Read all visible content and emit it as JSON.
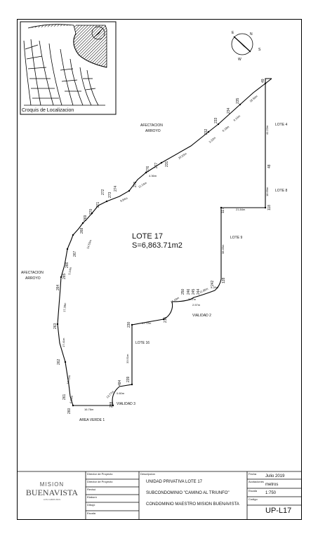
{
  "locator": {
    "caption": "Croquis de Localizacion"
  },
  "plan": {
    "lot_title": "LOTE 17",
    "lot_area": "S=6,863.71m2",
    "labels": {
      "afectacion_top": "AFECTACION",
      "arroyo_top": "ARROYO",
      "afectacion_left": "AFECTACION",
      "arroyo_left": "ARROYO",
      "lote4": "LOTE 4",
      "lote8": "LOTE 8",
      "lote9": "LOTE 9",
      "lote16": "LOTE 16",
      "vialidad2": "VIALIDAD 2",
      "vialidad3": "VIALIDAD 3",
      "area_verde": "AREA VERDE 1"
    },
    "vertices": [
      "49",
      "235",
      "234",
      "233",
      "232",
      "231",
      "277",
      "276",
      "275",
      "274",
      "273",
      "272",
      "271",
      "270",
      "269",
      "268",
      "267",
      "266",
      "265",
      "264",
      "263",
      "262",
      "261",
      "260",
      "239",
      "238",
      "484",
      "230",
      "216",
      "250",
      "246",
      "245",
      "244",
      "242",
      "128",
      "117",
      "118",
      "48"
    ],
    "distances": [
      "18.50m",
      "41.22m",
      "18.69m",
      "21.84m",
      "38.49m",
      "5.28m",
      "11.85m",
      "2.57m",
      "2.07m",
      "31.43m",
      "17.72m",
      "33.51m",
      "0.60m",
      "13.77m",
      "16.76m",
      "6.09m",
      "18.15m",
      "17.41m",
      "17.28m",
      "3.14m",
      "14.53m",
      "9.84m",
      "11.24m",
      "4.36m",
      "20.03m",
      "6.18m",
      "6.14m",
      "3.32m"
    ]
  },
  "title_block": {
    "logo_top": "MISION",
    "logo_main": "BUENAVISTA",
    "logo_sub": "LOS CABOS BCS",
    "left_fields": [
      "Director de Proyecto",
      "Director de Proyecto",
      "Revisó",
      "Elaboró",
      "Dibujó",
      "Escala"
    ],
    "desc_header": "Descripcion",
    "line1": "UNIDAD PRIVATIVA LOTE 17",
    "line2": "SUBCONDOMINIO \"CAMINO AL TRIUNFO\"",
    "line3": "CONDOMINIO MAESTRO MISION BUENAVISTA",
    "fecha_label": "Fecha",
    "fecha": "Julio 2019",
    "unidades_label": "Acotaciones",
    "unidades": "metros",
    "escala_label": "Escala",
    "escala": "1:750",
    "codigo_label": "Codigo",
    "codigo": "UP-L17"
  }
}
